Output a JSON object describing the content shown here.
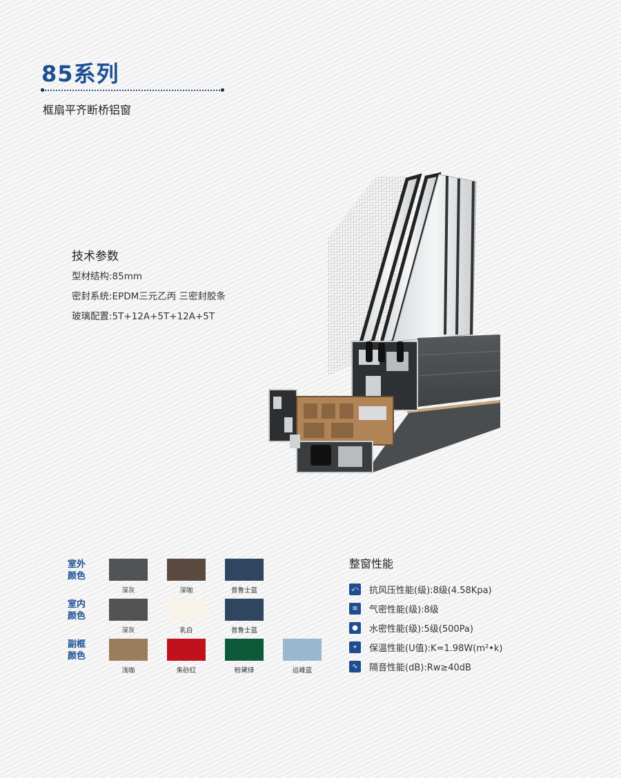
{
  "header": {
    "series": "85系列",
    "subtitle": "框扇平齐断桥铝窗"
  },
  "tech": {
    "title": "技术参数",
    "items": [
      "型材结构:85mm",
      "密封系统:EPDM三元乙丙 三密封胶条",
      "玻璃配置:5T+12A+5T+12A+5T"
    ]
  },
  "colors": {
    "rows": [
      {
        "label_line1": "室外",
        "label_line2": "颜色",
        "swatches": [
          {
            "name": "深灰",
            "color": "#505254"
          },
          {
            "name": "深咖",
            "color": "#5a4a40"
          },
          {
            "name": "普鲁士蓝",
            "color": "#2f4560"
          }
        ]
      },
      {
        "label_line1": "室内",
        "label_line2": "颜色",
        "swatches": [
          {
            "name": "深灰",
            "color": "#505254"
          },
          {
            "name": "乳白",
            "color": "#f7f3e8"
          },
          {
            "name": "普鲁士蓝",
            "color": "#2f4560"
          }
        ]
      },
      {
        "label_line1": "副框",
        "label_line2": "颜色",
        "swatches": [
          {
            "name": "浅咖",
            "color": "#9a7d5c"
          },
          {
            "name": "朱砂红",
            "color": "#c0121c"
          },
          {
            "name": "粉黛绿",
            "color": "#0d5a3b"
          },
          {
            "name": "远峰蓝",
            "color": "#9bb6cf"
          }
        ]
      }
    ]
  },
  "performance": {
    "title": "整窗性能",
    "items": [
      {
        "icon": "wind-pressure-icon",
        "text": "抗风压性能(级):8级(4.58Kpa)"
      },
      {
        "icon": "airtightness-icon",
        "text": "气密性能(级):8级"
      },
      {
        "icon": "watertightness-icon",
        "text": "水密性能(级):5级(500Pa)"
      },
      {
        "icon": "thermal-insulation-icon",
        "text": "保温性能(U值):K=1.98W(m²•k)"
      },
      {
        "icon": "sound-insulation-icon",
        "text": "隔音性能(dB):Rw≥40dB"
      }
    ]
  },
  "theme": {
    "accent": "#1b4f94",
    "icon_bg": "#1d4c8f"
  }
}
